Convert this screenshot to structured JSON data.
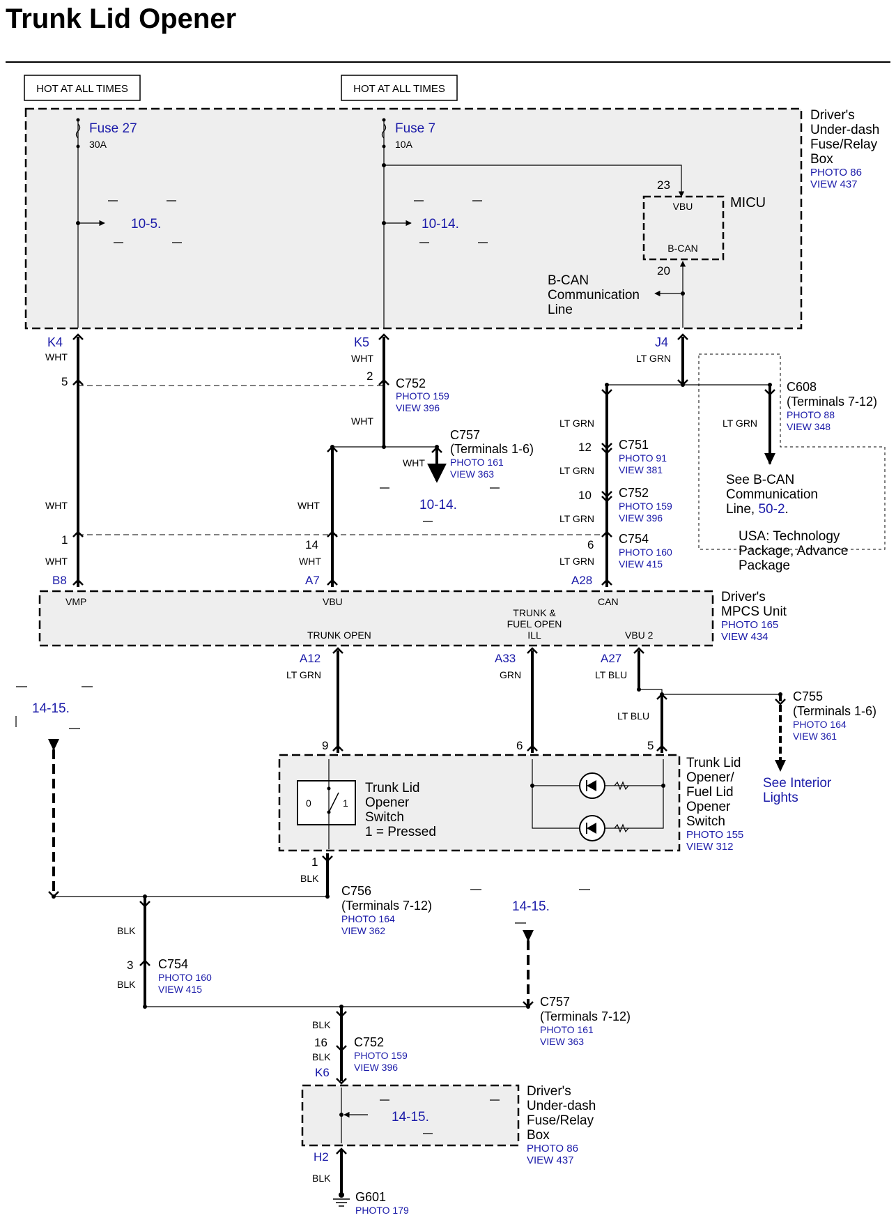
{
  "title": "Trunk Lid Opener",
  "colors": {
    "link": "#1a1aa8",
    "text": "#000000",
    "box_fill": "#eeeeee"
  },
  "hot1": "HOT AT ALL TIMES",
  "hot2": "HOT AT ALL TIMES",
  "fuse27": {
    "name": "Fuse 27",
    "rating": "30A"
  },
  "fuse7": {
    "name": "Fuse 7",
    "rating": "10A"
  },
  "ref_10_5": "10-5.",
  "ref_10_14_a": "10-14.",
  "ref_10_14_b": "10-14.",
  "ref_14_15_a": "14-15.",
  "ref_14_15_b": "14-15.",
  "ref_14_15_c": "14-15.",
  "fusebox_top": {
    "l1": "Driver's",
    "l2": "Under-dash",
    "l3": "Fuse/Relay",
    "l4": "Box",
    "photo": "PHOTO 86",
    "view": "VIEW 437"
  },
  "micu": {
    "label": "MICU",
    "vbu": "VBU",
    "bcan": "B-CAN",
    "pin23": "23",
    "pin20": "20"
  },
  "bcan_line": {
    "l1": "B-CAN",
    "l2": "Communication",
    "l3": "Line"
  },
  "terminals": {
    "k4": "K4",
    "k5": "K5",
    "j4": "J4",
    "b8": "B8",
    "a7": "A7",
    "a28": "A28",
    "a12": "A12",
    "a33": "A33",
    "a27": "A27",
    "k6": "K6",
    "h2": "H2"
  },
  "wires": {
    "k4": "WHT",
    "k5": "WHT",
    "j4": "LT GRN",
    "c752_out": "WHT",
    "c757_out": "WHT",
    "left_mid": "WHT",
    "mid_mid": "WHT",
    "b8": "WHT",
    "a7": "WHT",
    "can1": "LT GRN",
    "can2": "LT GRN",
    "can3": "LT GRN",
    "can4": "LT GRN",
    "c608": "LT GRN",
    "a12": "LT GRN",
    "a33": "GRN",
    "a27": "LT BLU",
    "ltblu2": "LT BLU",
    "blk1": "BLK",
    "blk2": "BLK",
    "blk3": "BLK",
    "blk4": "BLK",
    "blk5": "BLK",
    "blk6": "BLK"
  },
  "pins": {
    "p5": "5",
    "p2": "2",
    "p1": "1",
    "p14": "14",
    "p12": "12",
    "p10": "10",
    "p6": "6",
    "p9": "9",
    "p6b": "6",
    "p5b": "5",
    "p1b": "1",
    "p3": "3",
    "p16": "16"
  },
  "c752_top": {
    "name": "C752",
    "photo": "PHOTO 159",
    "view": "VIEW 396"
  },
  "c757_top": {
    "name": "C757",
    "sub": "(Terminals 1-6)",
    "photo": "PHOTO 161",
    "view": "VIEW 363"
  },
  "c751": {
    "name": "C751",
    "photo": "PHOTO 91",
    "view": "VIEW 381"
  },
  "c752_mid": {
    "name": "C752",
    "photo": "PHOTO 159",
    "view": "VIEW 396"
  },
  "c754_top": {
    "name": "C754",
    "photo": "PHOTO 160",
    "view": "VIEW 415"
  },
  "c608": {
    "name": "C608",
    "sub": "(Terminals 7-12)",
    "photo": "PHOTO 88",
    "view": "VIEW 348"
  },
  "bcan_ref": {
    "l1": "See B-CAN",
    "l2": "Communication",
    "l3pre": "Line, ",
    "l3link": "50-2",
    "l3post": "."
  },
  "usa_note": {
    "l1": "USA: Technology",
    "l2": "Package, Advance",
    "l3": "Package"
  },
  "mpcs": {
    "l1": "Driver's",
    "l2": "MPCS Unit",
    "photo": "PHOTO 165",
    "view": "VIEW 434",
    "vmp": "VMP",
    "vbu": "VBU",
    "can": "CAN",
    "trunk_open": "TRUNK OPEN",
    "tf1": "TRUNK &",
    "tf2": "FUEL OPEN",
    "tf3": "ILL",
    "vbu2": "VBU 2"
  },
  "c755": {
    "name": "C755",
    "sub": "(Terminals 1-6)",
    "photo": "PHOTO 164",
    "view": "VIEW 361"
  },
  "interior": {
    "l1": "See Interior",
    "l2": "Lights"
  },
  "switch": {
    "l1": "Trunk Lid",
    "l2": "Opener",
    "l3": "Switch",
    "l4": "1 = Pressed",
    "pos0": "0",
    "pos1": "1"
  },
  "switch_unit": {
    "l1": "Trunk Lid",
    "l2": "Opener/",
    "l3": "Fuel Lid",
    "l4": "Opener",
    "l5": "Switch",
    "photo": "PHOTO 155",
    "view": "VIEW 312"
  },
  "c756": {
    "name": "C756",
    "sub": "(Terminals 7-12)",
    "photo": "PHOTO 164",
    "view": "VIEW 362"
  },
  "c754_bot": {
    "name": "C754",
    "photo": "PHOTO 160",
    "view": "VIEW 415"
  },
  "c757_bot": {
    "name": "C757",
    "sub": "(Terminals 7-12)",
    "photo": "PHOTO 161",
    "view": "VIEW 363"
  },
  "c752_bot": {
    "name": "C752",
    "photo": "PHOTO 159",
    "view": "VIEW 396"
  },
  "fusebox_bot": {
    "l1": "Driver's",
    "l2": "Under-dash",
    "l3": "Fuse/Relay",
    "l4": "Box",
    "photo": "PHOTO 86",
    "view": "VIEW 437"
  },
  "g601": {
    "name": "G601",
    "photo": "PHOTO 179"
  }
}
